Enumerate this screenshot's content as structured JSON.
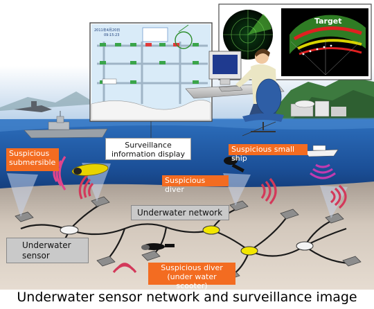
{
  "caption": "Underwater sensor network and surveillance image",
  "labels": {
    "surveillance_display": "Surveillance information display",
    "suspicious_submersible": "Suspicious submersible",
    "suspicious_small_ship": "Suspicious small ship",
    "suspicious_diver": "Suspicious diver",
    "underwater_network": "Underwater network",
    "underwater_sensor": "Underwater sensor",
    "suspicious_diver_scooter": "Suspicious diver (under water scooter)",
    "radar_target": "Target"
  },
  "screen": {
    "date_line_1": "2011年4月20日",
    "date_line_2": "09:15:23"
  },
  "colors": {
    "label_orange": "#f36c21",
    "sea_blue": "#1f5aa6",
    "seabed": "#c8bdb0",
    "network_cable": "#1a1a1a",
    "sensor_yellow": "#f2e600"
  }
}
